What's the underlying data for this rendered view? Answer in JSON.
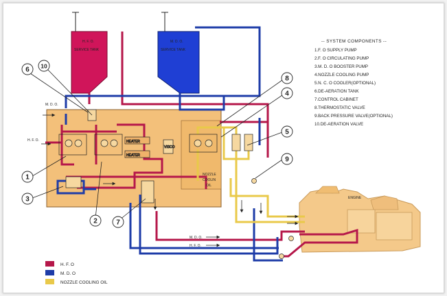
{
  "colors": {
    "hfo": "#b5174a",
    "mdo": "#1e3ca8",
    "nozzle_oil": "#e9c94a",
    "skid": "#f3c07a",
    "skid_border": "#8a5c2a",
    "hfo_tank": "#d0155a",
    "mdo_tank": "#1f3fd4",
    "engine": "#f4c98a"
  },
  "tanks": {
    "hfo": {
      "line1": "H. F. O.",
      "line2": "SERVICE TANK"
    },
    "mdo": {
      "line1": "M. D. O.",
      "line2": "SERVICE TANK"
    }
  },
  "components": {
    "title": "-- SYSTEM COMPONENTS --",
    "items": [
      "1.F. O SUPPLY PUMP",
      "2.F. O CIRCULATING PUMP",
      "3.M. D. O BOOSTER PUMP",
      "4.NOZZLE COOLING PUMP",
      "5.N. C. O COOLER(OPTIONAL)",
      "6.DE-AERATION TANK",
      "7.CONTROL CABINET",
      "8.THERMOSTATIC VALVE",
      "9.BACK PRESSURE VALVE(OPTIONAL)",
      "10.DE-AERATION VALVE"
    ]
  },
  "labels": {
    "heater1": "HEATER",
    "heater2": "HEATER",
    "visco": "VISCO",
    "nozzle_1": "NOZZLE",
    "nozzle_2": "COOLIN",
    "nozzle_3": "OIL",
    "engine": "ENGINE",
    "mdo_left": "M. D. O.",
    "hfo_left": "H. F. O.",
    "mdo_bottom": "M. D. O.",
    "hfo_bottom": "H. F. O."
  },
  "callouts": [
    "1",
    "2",
    "3",
    "4",
    "5",
    "6",
    "7",
    "8",
    "9",
    "10"
  ],
  "legend": [
    {
      "label": "H. F. O",
      "color": "#b5174a"
    },
    {
      "label": "M. D. O",
      "color": "#1e3ca8"
    },
    {
      "label": "NOZZLE COOLING OIL",
      "color": "#e9c94a"
    }
  ]
}
